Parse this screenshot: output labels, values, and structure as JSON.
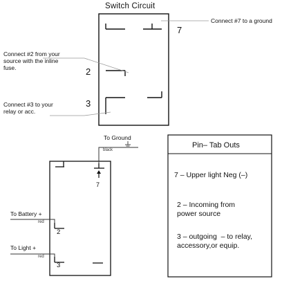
{
  "switch_circuit": {
    "title": "Switch Circuit",
    "label_7": "7",
    "label_2": "2",
    "label_3": "3",
    "note_7": "Connect #7 to a ground",
    "note_2": "Connect #2 from your\nsource with the inline\nfuse.",
    "note_3": "Connect #3 to your\nrelay or acc."
  },
  "wiring": {
    "to_ground": "To Ground",
    "black": "black",
    "pin_7": "7",
    "to_battery": "To Battery +",
    "red_battery": "red",
    "pin_2": "2",
    "to_light": "To Light +",
    "red_light": "red",
    "pin_3": "3"
  },
  "pin_tab_outs": {
    "title": "Pin– Tab Outs",
    "item_7": "7 – Upper light Neg (–)",
    "item_2": "2 – Incoming from\npower source",
    "item_3": "3 – outgoing  – to relay,\naccessory,or equip."
  }
}
